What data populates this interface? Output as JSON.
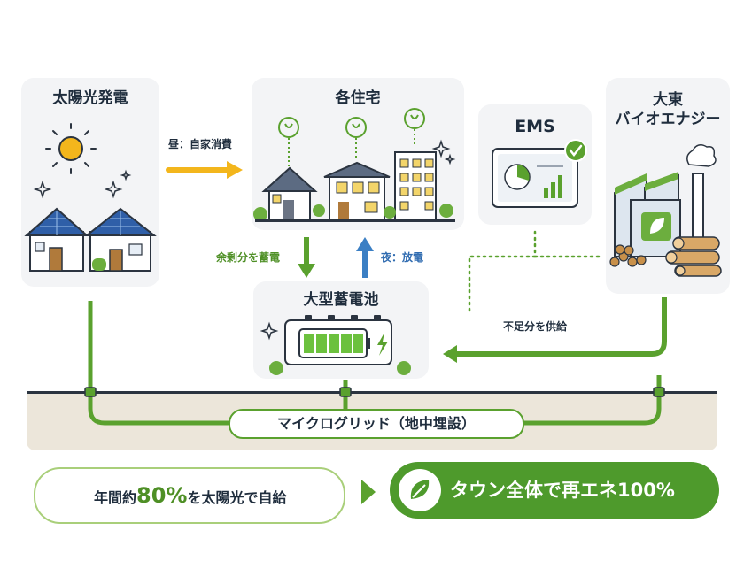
{
  "panels": {
    "solar": {
      "title": "太陽光発電"
    },
    "homes": {
      "title": "各住宅"
    },
    "ems": {
      "title": "EMS"
    },
    "bio": {
      "title_line1": "大東",
      "title_line2": "バイオエナジー"
    },
    "battery": {
      "title": "大型蓄電池"
    }
  },
  "flows": {
    "day": "昼：自家消費",
    "surplus": "余剰分を蓄電",
    "night": "夜：放電",
    "shortage": "不足分を供給"
  },
  "grid": {
    "label": "マイクログリッド（地中埋設）"
  },
  "summary": {
    "left_pre": "年間約",
    "left_num": "80%",
    "left_post": "を太陽光で自給",
    "right": "タウン全体で再エネ100%"
  },
  "colors": {
    "green": "#5aa12e",
    "yellow": "#f3b61c",
    "blue": "#3b7fc4",
    "dark": "#1f2d3d"
  }
}
